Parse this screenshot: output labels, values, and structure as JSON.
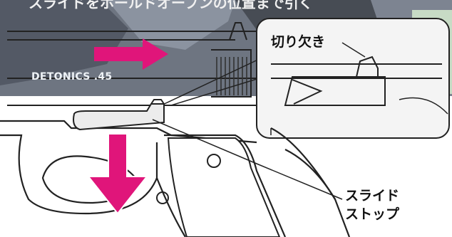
{
  "caption_top": "スライドをホールドオープンの位置まで引く",
  "labels": {
    "model": "DETONICS .45",
    "cutout": "切り欠き",
    "slide_stop_line1": "スライド",
    "slide_stop_line2": "ストップ"
  },
  "colors": {
    "arrow": "#e0157a",
    "photo_dark": "#3c4350",
    "photo_mid": "#6b7482",
    "highlight_band": "#cfe8c8",
    "line": "#222222"
  },
  "icons": [
    "right-arrow-icon",
    "down-arrow-icon"
  ]
}
